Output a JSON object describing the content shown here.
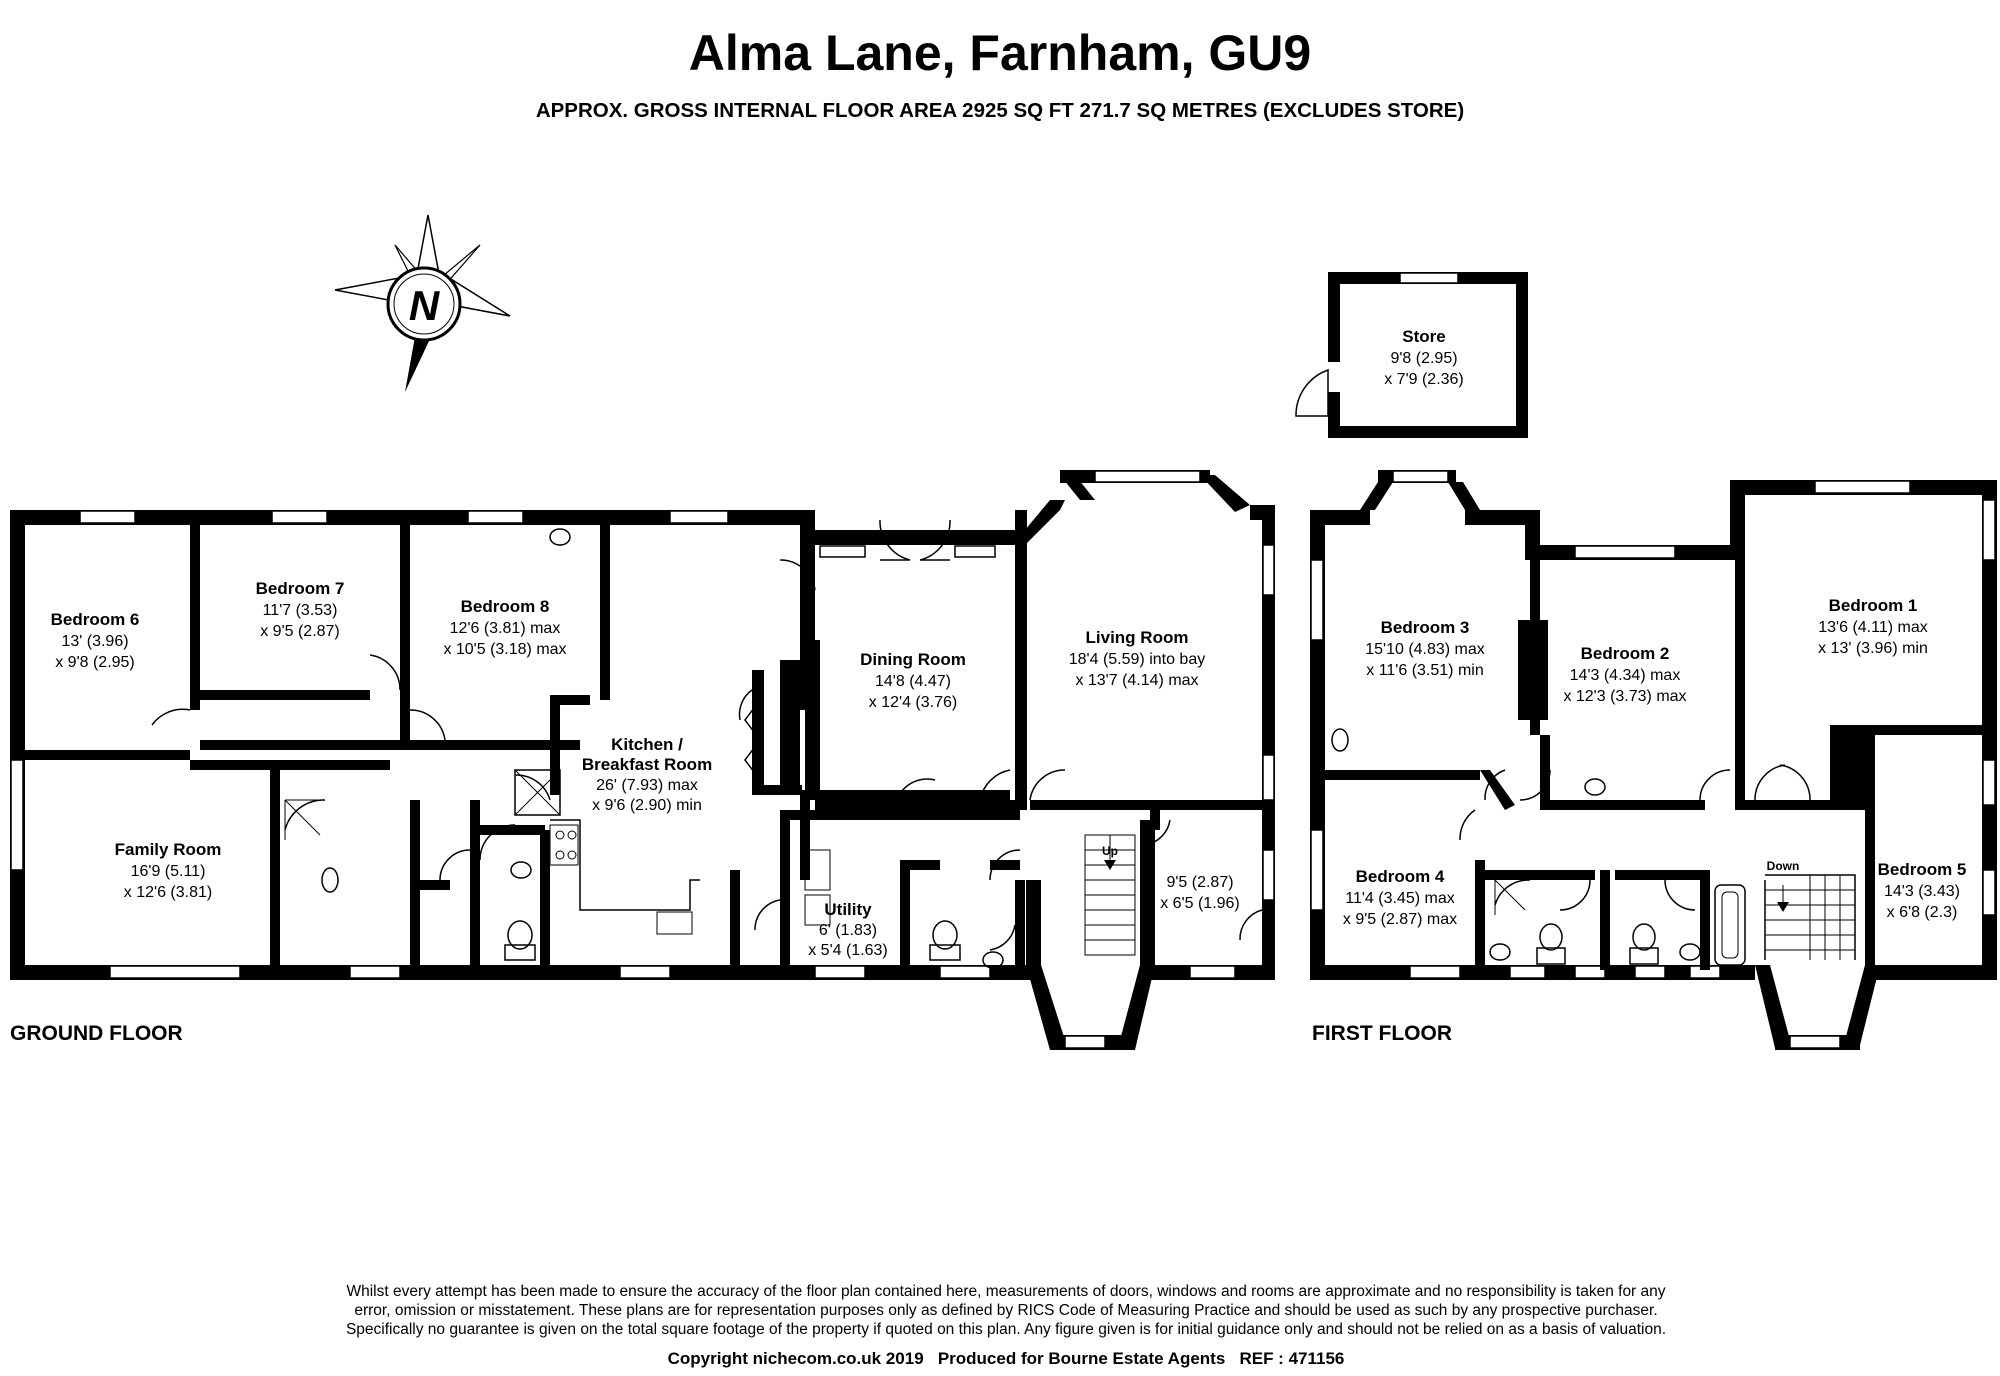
{
  "title": "Alma Lane, Farnham, GU9",
  "subtitle": "APPROX. GROSS INTERNAL FLOOR AREA 2925 SQ FT 271.7 SQ METRES (EXCLUDES STORE)",
  "compass_label": "N",
  "floors": {
    "ground": "GROUND FLOOR",
    "first": "FIRST FLOOR"
  },
  "rooms": {
    "store": {
      "name": "Store",
      "dims": [
        "9'8 (2.95)",
        "x 7'9 (2.36)"
      ]
    },
    "bedroom6": {
      "name": "Bedroom 6",
      "dims": [
        "13' (3.96)",
        "x 9'8 (2.95)"
      ]
    },
    "bedroom7": {
      "name": "Bedroom 7",
      "dims": [
        "11'7 (3.53)",
        "x 9'5 (2.87)"
      ]
    },
    "bedroom8": {
      "name": "Bedroom 8",
      "dims": [
        "12'6 (3.81) max",
        "x 10'5 (3.18) max"
      ]
    },
    "kitchen": {
      "name": [
        "Kitchen /",
        "Breakfast Room"
      ],
      "dims": [
        "26' (7.93) max",
        "x 9'6 (2.90) min"
      ]
    },
    "dining": {
      "name": "Dining Room",
      "dims": [
        "14'8 (4.47)",
        "x 12'4 (3.76)"
      ]
    },
    "living": {
      "name": "Living Room",
      "dims": [
        "18'4 (5.59) into bay",
        "x 13'7 (4.14) max"
      ]
    },
    "family": {
      "name": "Family Room",
      "dims": [
        "16'9 (5.11)",
        "x 12'6 (3.81)"
      ]
    },
    "utility": {
      "name": "Utility",
      "dims": [
        "6' (1.83)",
        "x 5'4 (1.63)"
      ]
    },
    "ground_room": {
      "dims": [
        "9'5 (2.87)",
        "x 6'5 (1.96)"
      ]
    },
    "bedroom3": {
      "name": "Bedroom 3",
      "dims": [
        "15'10 (4.83) max",
        "x 11'6 (3.51) min"
      ]
    },
    "bedroom2": {
      "name": "Bedroom 2",
      "dims": [
        "14'3 (4.34) max",
        "x 12'3 (3.73) max"
      ]
    },
    "bedroom1": {
      "name": "Bedroom 1",
      "dims": [
        "13'6 (4.11) max",
        "x 13' (3.96) min"
      ]
    },
    "bedroom4": {
      "name": "Bedroom 4",
      "dims": [
        "11'4 (3.45) max",
        "x 9'5 (2.87) max"
      ]
    },
    "bedroom5": {
      "name": "Bedroom 5",
      "dims": [
        "14'3 (3.43)",
        "x 6'8 (2.3)"
      ]
    }
  },
  "stair_labels": {
    "up": "Up",
    "down": "Down"
  },
  "disclaimer": [
    "Whilst every attempt has been made to ensure the accuracy of the floor plan contained here, measurements of doors, windows and rooms are approximate and no responsibility is taken for any",
    "error, omission or misstatement. These plans are for representation purposes only as defined by RICS Code of Measuring Practice and should be used as such by any prospective purchaser.",
    "Specifically no guarantee is given on the total square footage of the property if quoted on this plan. Any figure given is for initial guidance only and should not be relied on as a basis of valuation."
  ],
  "copyright": "Copyright nichecom.co.uk 2019   Produced for Bourne Estate Agents   REF : 471156"
}
